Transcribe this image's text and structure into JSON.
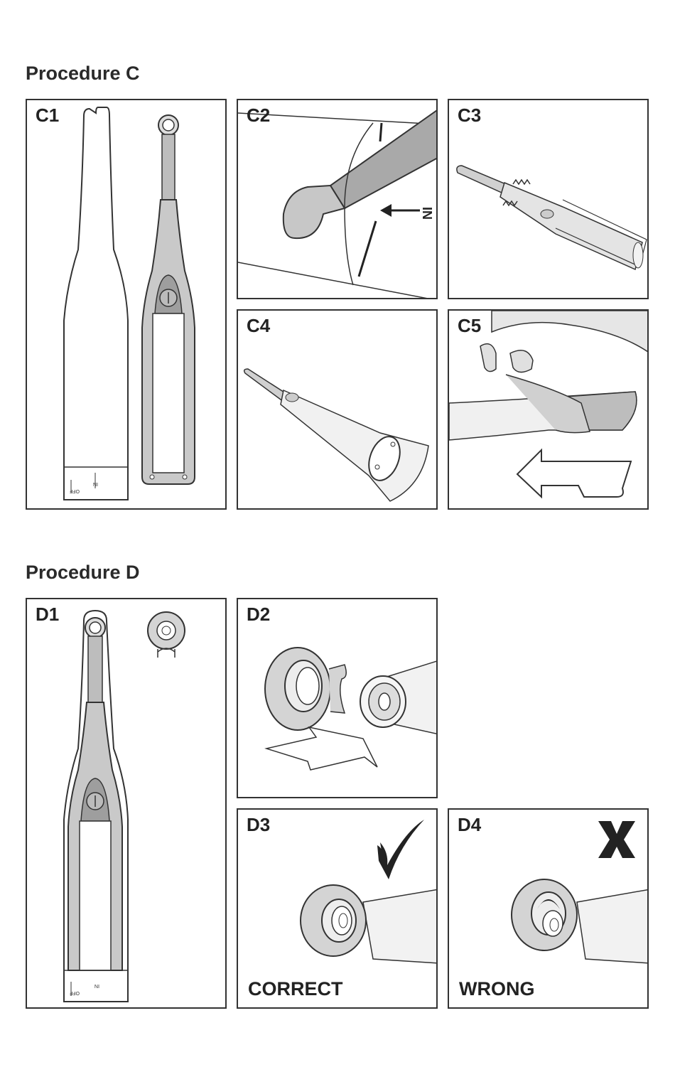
{
  "sections": {
    "c": {
      "heading": "Procedure C",
      "panels": {
        "c1": {
          "label": "C1",
          "marks": {
            "off": "OFF",
            "in": "IN"
          }
        },
        "c2": {
          "label": "C2",
          "arrow_text": "IN"
        },
        "c3": {
          "label": "C3"
        },
        "c4": {
          "label": "C4"
        },
        "c5": {
          "label": "C5"
        }
      }
    },
    "d": {
      "heading": "Procedure D",
      "panels": {
        "d1": {
          "label": "D1",
          "marks": {
            "off": "OFF",
            "in": "IN"
          }
        },
        "d2": {
          "label": "D2"
        },
        "d3": {
          "label": "D3",
          "verdict": "CORRECT",
          "symbol": "checkmark-icon"
        },
        "d4": {
          "label": "D4",
          "verdict": "WRONG",
          "symbol": "cross-icon"
        }
      }
    }
  },
  "colors": {
    "outline": "#333333",
    "fill_gray": "#bdbdbd",
    "fill_light": "#d9d9d9"
  }
}
